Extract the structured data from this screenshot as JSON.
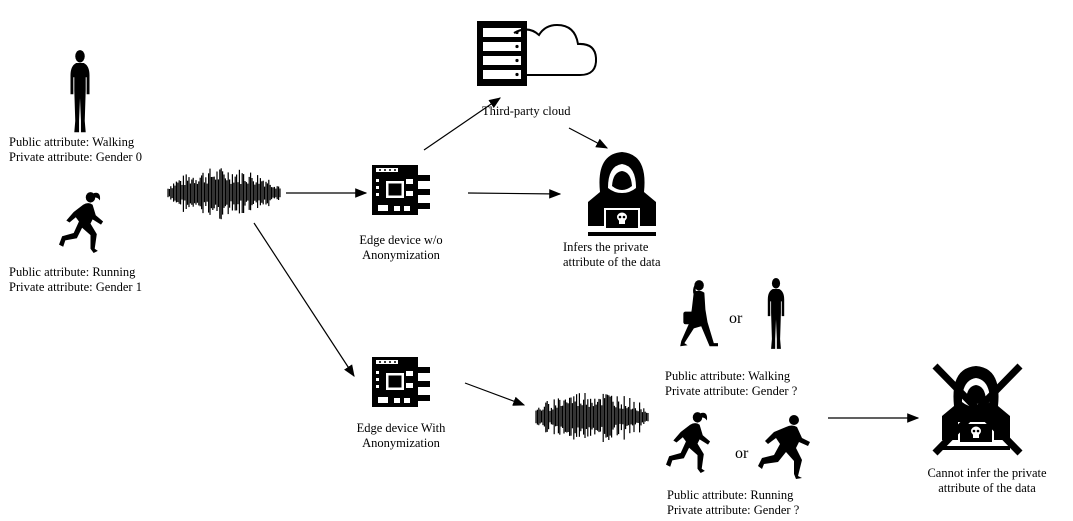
{
  "labels": {
    "user_walking_public": "Public attribute: Walking",
    "user_walking_private": "Private attribute: Gender 0",
    "user_running_public": "Public attribute: Running",
    "user_running_private": "Private attribute: Gender 1",
    "cloud": "Third-party cloud",
    "edge_wo_line1": "Edge device w/o",
    "edge_wo_line2": "Anonymization",
    "infers_line1": "Infers the private",
    "infers_line2": "attribute of the data",
    "or_top": "or",
    "or_bottom": "or",
    "anon_walking_public": "Public attribute: Walking",
    "anon_walking_private": "Private attribute: Gender ?",
    "edge_with_line1": "Edge device With",
    "edge_with_line2": "Anonymization",
    "anon_running_public": "Public attribute: Running",
    "anon_running_private": "Private attribute: Gender ?",
    "cannot_line1": "Cannot infer the private",
    "cannot_line2": "attribute of the data"
  },
  "icons": {
    "person_walking": "person-standing-icon",
    "person_running": "person-running-icon",
    "signal": "sensor-waveform-icon",
    "server": "server-icon",
    "cloud": "cloud-icon",
    "edge_device": "circuit-board-icon",
    "hacker": "hooded-hacker-icon",
    "blocked": "cross-out-icon"
  }
}
